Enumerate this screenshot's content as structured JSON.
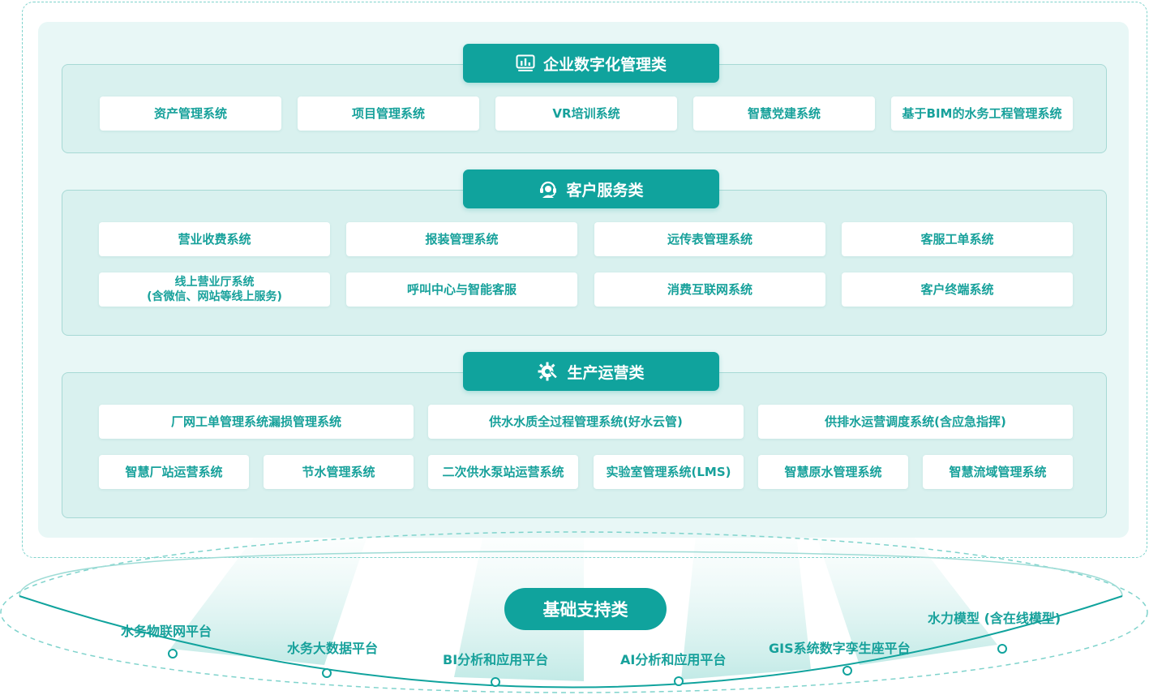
{
  "sections": [
    {
      "title": "企业数字化管理类",
      "icon": "dashboard-monitor-icon",
      "items": [
        "资产管理系统",
        "项目管理系统",
        "VR培训系统",
        "智慧党建系统",
        "基于BIM的水务工程管理系统"
      ]
    },
    {
      "title": "客户服务类",
      "icon": "customer-service-headset-icon",
      "items": [
        "营业收费系统",
        "报装管理系统",
        "远传表管理系统",
        "客服工单系统",
        [
          "线上营业厅系统",
          "(含微信、网站等线上服务)"
        ],
        "呼叫中心与智能客服",
        "消费互联网系统",
        "客户终端系统"
      ]
    },
    {
      "title": "生产运营类",
      "icon": "gear-wrench-icon",
      "items": [
        "厂网工单管理系统漏损管理系统",
        "供水水质全过程管理系统(好水云管)",
        "供排水运营调度系统(含应急指挥)",
        "智慧厂站运营系统",
        "节水管理系统",
        "二次供水泵站运营系统",
        "实验室管理系统(LMS)",
        "智慧原水管理系统",
        "智慧流域管理系统"
      ]
    }
  ],
  "foundation": {
    "title": "基础支持类",
    "platforms": [
      "水务物联网平台",
      "水务大数据平台",
      "BI分析和应用平台",
      "AI分析和应用平台",
      "GIS系统数字孪生座平台",
      "水力模型 (含在线模型)"
    ]
  },
  "colors": {
    "accent": "#10a39d",
    "text": "#17a19b",
    "panel": "#e8f7f6",
    "section": "#d9f1ef",
    "border": "#a7d9d5"
  }
}
